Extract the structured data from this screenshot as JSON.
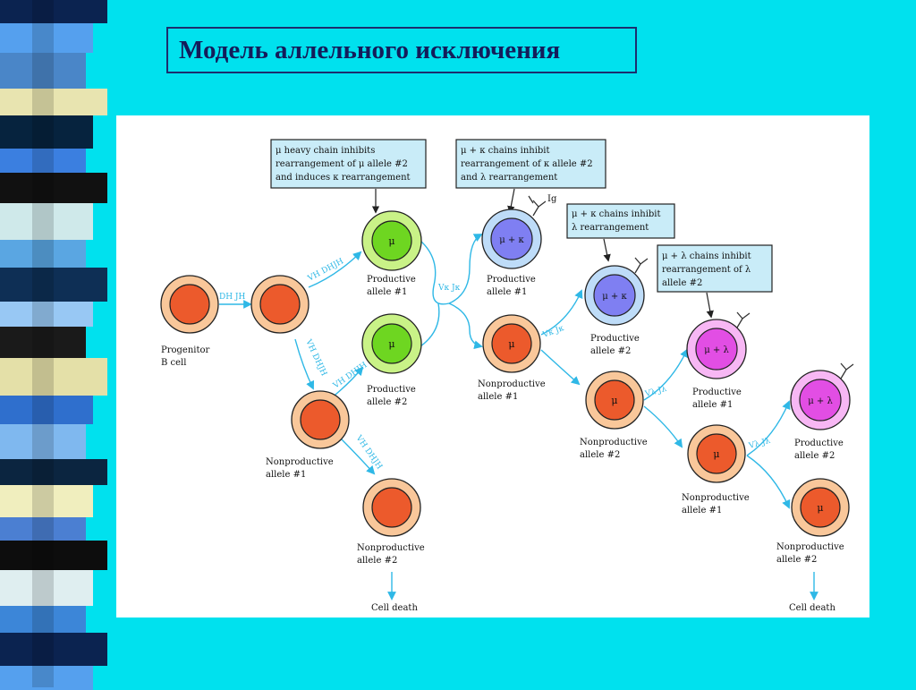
{
  "slide": {
    "title": "Модель аллельного исключения",
    "background": "#00E1EE"
  },
  "diagram": {
    "colors": {
      "arrow": "#2fb8e6",
      "box_fill": "#c9ecf8",
      "immature_ring": "#f9c79a",
      "immature_core": "#ec5a2c",
      "mu_ring": "#c9f287",
      "mu_core": "#6ed621",
      "kappa_ring": "#bedcf8",
      "kappa_core": "#7f7ff2",
      "lambda_ring": "#f7b7f4",
      "lambda_core": "#e24ee4"
    },
    "cell_labels": {
      "mu": "μ",
      "mu_kappa": "μ + κ",
      "mu_lambda": "μ + λ",
      "ig": "Ig"
    },
    "stage_labels": {
      "progenitor": [
        "Progenitor",
        "B cell"
      ],
      "productive_1": [
        "Productive",
        "allele #1"
      ],
      "productive_2": [
        "Productive",
        "allele #2"
      ],
      "nonproductive_1": [
        "Nonproductive",
        "allele #1"
      ],
      "nonproductive_2": [
        "Nonproductive",
        "allele #2"
      ],
      "cell_death": "Cell death"
    },
    "gene_labels": {
      "dh_jh": "DH JH",
      "vh_dh_jh": "VH DHJH",
      "vk_jk": "Vκ Jκ",
      "vl_jl": "Vλ Jλ"
    },
    "boxes": {
      "box1": [
        "μ heavy chain inhibits",
        "rearrangement of μ allele #2",
        "and induces κ rearrangement"
      ],
      "box2": [
        "μ + κ chains inhibit",
        "rearrangement of κ allele #2",
        "and λ rearrangement"
      ],
      "box3": [
        "μ + κ chains inhibit",
        "λ rearrangement"
      ],
      "box4": [
        "μ + λ chains inhibit",
        "rearrangement of λ",
        "allele #2"
      ]
    }
  }
}
